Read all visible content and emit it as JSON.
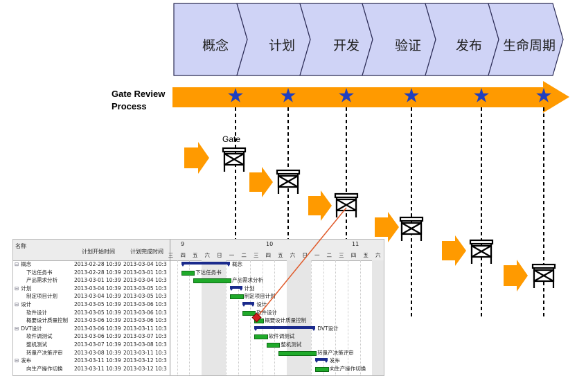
{
  "phases": [
    "概念",
    "计划",
    "开发",
    "验证",
    "发布",
    "生命周期"
  ],
  "gate_review_title": [
    "Gate Review",
    "Process"
  ],
  "gate_label": "Gate",
  "colors": {
    "phase_fill": "#cfd3f6",
    "phase_stroke": "#2b2b55",
    "arrow_orange": "#ff9a00",
    "star": "#1f3fbf",
    "summary_bar": "#1a2a8c",
    "task_bar": "#1faa2a",
    "link_line": "#e05a2a"
  },
  "gantt": {
    "headers": {
      "name": "名称",
      "start": "计划开始时间",
      "end": "计划完成时间"
    },
    "week_labels": [
      "9",
      "10",
      "11"
    ],
    "days": [
      "三",
      "四",
      "五",
      "六",
      "日",
      "一",
      "二",
      "三",
      "四",
      "五",
      "六",
      "日",
      "一",
      "二",
      "三",
      "四",
      "五",
      "六"
    ],
    "tasks": [
      {
        "name": "概念",
        "start": "2013-02-28 10:39",
        "end": "2013-03-04 10:3",
        "level": 0,
        "summary": true
      },
      {
        "name": "下达任务书",
        "start": "2013-02-28 10:39",
        "end": "2013-03-01 10:3",
        "level": 1
      },
      {
        "name": "产品需求分析",
        "start": "2013-03-01 10:39",
        "end": "2013-03-04 10:3",
        "level": 1
      },
      {
        "name": "计划",
        "start": "2013-03-04 10:39",
        "end": "2013-03-05 10:3",
        "level": 0,
        "summary": true
      },
      {
        "name": "制定项目计划",
        "start": "2013-03-04 10:39",
        "end": "2013-03-05 10:3",
        "level": 1
      },
      {
        "name": "设计",
        "start": "2013-03-05 10:39",
        "end": "2013-03-06 10:3",
        "level": 0,
        "summary": true
      },
      {
        "name": "软件设计",
        "start": "2013-03-05 10:39",
        "end": "2013-03-06 10:3",
        "level": 1
      },
      {
        "name": "概要设计质量控制",
        "start": "2013-03-06 10:39",
        "end": "2013-03-06 10:3",
        "level": 1
      },
      {
        "name": "DVT设计",
        "start": "2013-03-06 10:39",
        "end": "2013-03-11 10:3",
        "level": 0,
        "summary": true
      },
      {
        "name": "软件调测试",
        "start": "2013-03-06 10:39",
        "end": "2013-03-07 10:3",
        "level": 1
      },
      {
        "name": "整机测试",
        "start": "2013-03-07 10:39",
        "end": "2013-03-08 10:3",
        "level": 1
      },
      {
        "name": "转量产决策评审",
        "start": "2013-03-08 10:39",
        "end": "2013-03-11 10:3",
        "level": 1
      },
      {
        "name": "发布",
        "start": "2013-03-11 10:39",
        "end": "2013-03-12 10:3",
        "level": 0,
        "summary": true
      },
      {
        "name": "向生产操作切换",
        "start": "2013-03-11 10:39",
        "end": "2013-03-12 10:3",
        "level": 1
      }
    ]
  }
}
